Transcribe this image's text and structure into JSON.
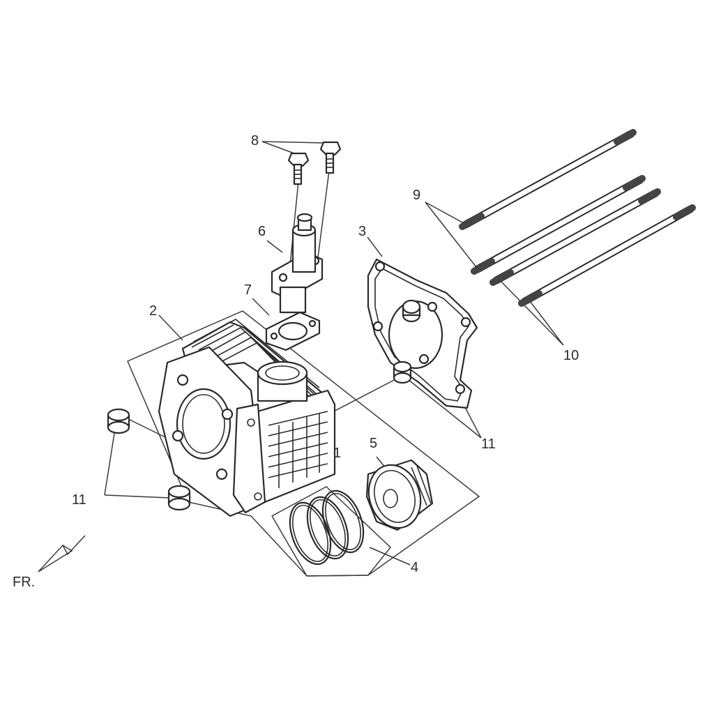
{
  "callouts": {
    "c1": "1",
    "c2": "2",
    "c3": "3",
    "c4": "4",
    "c5": "5",
    "c6": "6",
    "c7": "7",
    "c8": "8",
    "c9": "9",
    "c10": "10",
    "c11_right": "11",
    "c11_left": "11"
  },
  "orientation_label": "FR.",
  "colors": {
    "line": "#2a2a2a",
    "background": "#ffffff"
  }
}
